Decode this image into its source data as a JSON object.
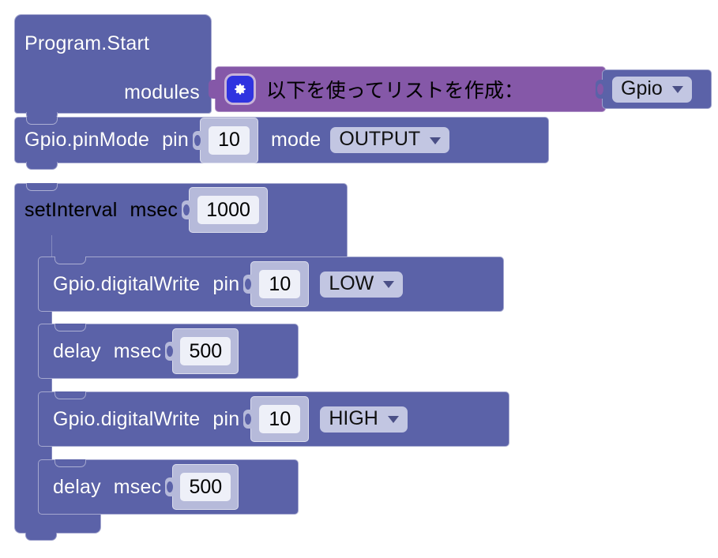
{
  "workspace": {
    "name": "blockly-workspace",
    "background": "#ffffff"
  },
  "colors": {
    "statement_block": "#5b62a8",
    "list_block": "#8558a8",
    "value_block": "#b6bada",
    "dropdown_field": "#c2c6e2",
    "number_field": "#eef0f8",
    "gear_icon_bg": "#2f33e0",
    "text": "#ffffff"
  },
  "blocks": {
    "program_start": {
      "title": "Program.Start",
      "modules_label": "modules",
      "list_block": {
        "gear_icon": "gear-icon",
        "text": "以下を使ってリストを作成：",
        "item": "Gpio",
        "item_caret": "chevron-down-icon"
      }
    },
    "pin_mode": {
      "name": "Gpio.pinMode",
      "pin_label": "pin",
      "pin_value": "10",
      "mode_label": "mode",
      "mode_value": "OUTPUT",
      "mode_caret": "chevron-down-icon"
    },
    "set_interval": {
      "name": "setInterval",
      "msec_label": "msec",
      "msec_value": "1000"
    },
    "loop_body": [
      {
        "type": "digital-write",
        "name": "Gpio.digitalWrite",
        "pin_label": "pin",
        "pin_value": "10",
        "state_value": "LOW",
        "state_caret": "chevron-down-icon"
      },
      {
        "type": "delay",
        "name": "delay",
        "msec_label": "msec",
        "msec_value": "500"
      },
      {
        "type": "digital-write",
        "name": "Gpio.digitalWrite",
        "pin_label": "pin",
        "pin_value": "10",
        "state_value": "HIGH",
        "state_caret": "chevron-down-icon"
      },
      {
        "type": "delay",
        "name": "delay",
        "msec_label": "msec",
        "msec_value": "500"
      }
    ]
  }
}
